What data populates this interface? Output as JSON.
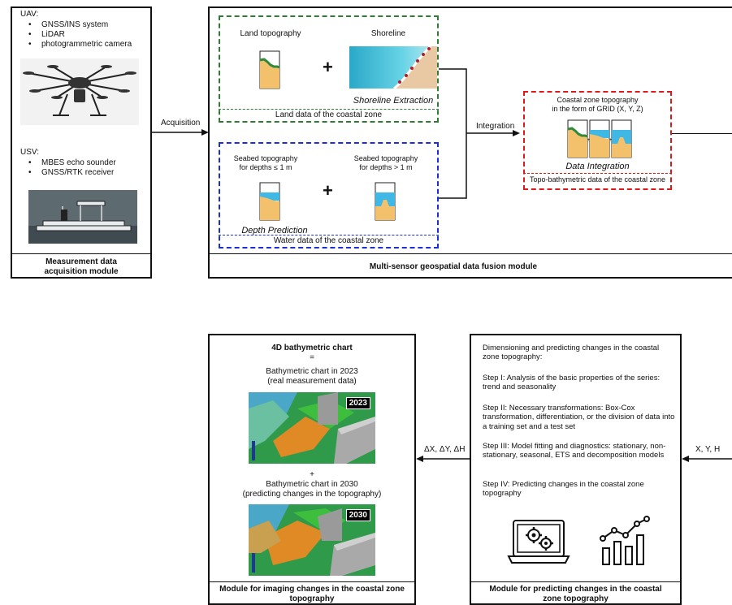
{
  "acquisition_module": {
    "uav_heading": "UAV:",
    "uav_items": [
      "GNSS/INS system",
      "LiDAR",
      "photogrammetric camera"
    ],
    "usv_heading": "USV:",
    "usv_items": [
      "MBES echo sounder",
      "GNSS/RTK receiver"
    ],
    "footer": "Measurement data acquisition module"
  },
  "arrows": {
    "acquisition": "Acquisition",
    "integration": "Integration",
    "delta": "ΔX, ΔY, ΔH",
    "xyh": "X, Y, H"
  },
  "fusion_module": {
    "land_topography": "Land topography",
    "shoreline": "Shoreline",
    "shoreline_extraction": "Shoreline Extraction",
    "land_data": "Land data of the coastal zone",
    "seabed_shallow_line1": "Seabed topography",
    "seabed_shallow_line2": "for depths ≤ 1 m",
    "seabed_deep_line1": "Seabed topography",
    "seabed_deep_line2": "for depths  > 1 m",
    "depth_prediction": "Depth Prediction",
    "water_data": "Water data of the coastal zone",
    "footer": "Multi-sensor geospatial data fusion module"
  },
  "integration_box": {
    "title_line1": "Coastal zone topography",
    "title_line2": "in the form of GRID (X, Y, Z)",
    "data_integration": "Data Integration",
    "footer": "Topo-bathymetric data of the coastal zone"
  },
  "imaging_module": {
    "title": "4D bathymetric chart",
    "equals": "=",
    "chart2023_line1": "Bathymetric chart in 2023",
    "chart2023_line2": "(real measurement data)",
    "tag2023": "2023",
    "plus": "+",
    "chart2030_line1": "Bathymetric chart in 2030",
    "chart2030_line2": "(predicting changes in the topography)",
    "tag2030": "2030",
    "footer_line1": "Module for imaging changes in the coastal zone",
    "footer_line2": "topography"
  },
  "predicting_module": {
    "intro": "Dimensioning and predicting changes in the coastal zone topography:",
    "steps": [
      "Step I: Analysis of the basic properties of the series: trend and seasonality",
      "Step II: Necessary transformations: Box-Cox transformation, differentiation, or the division of data into a training set and a test set",
      "Step III: Model fitting and diagnostics: stationary, non-stationary, seasonal, ETS and decomposition models",
      "Step IV: Predicting changes in the coastal zone topography"
    ],
    "footer_line1": "Module for predicting changes in the coastal",
    "footer_line2": "zone topography"
  },
  "colors": {
    "land": "#f3c06b",
    "water": "#3fb8e6",
    "vegetation": "#2e8b3a",
    "green_dash": "#2e7d32",
    "blue_dash": "#1a2fd6",
    "red_dash": "#e01818"
  }
}
